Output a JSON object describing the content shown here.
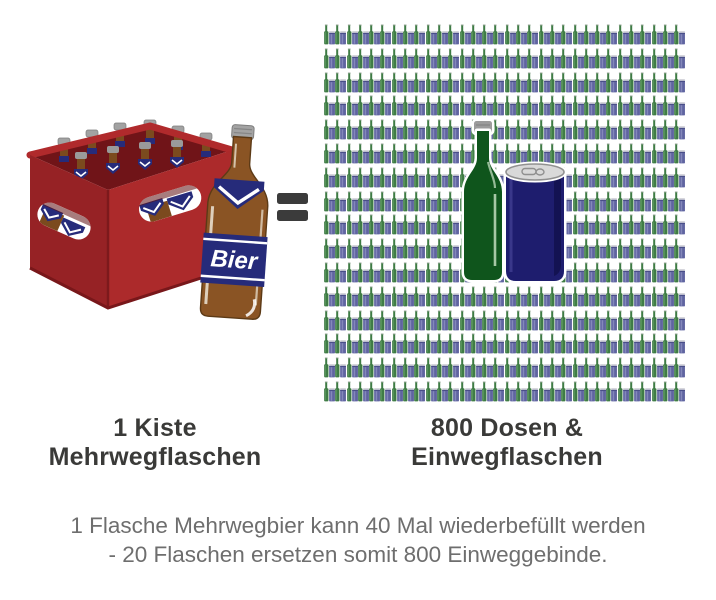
{
  "page": {
    "background_color": "#ffffff"
  },
  "left_figure": {
    "caption_line1": "1 Kiste",
    "caption_line2": "Mehrwegflaschen",
    "bottle_label_text": "Bier",
    "crate_front_color": "#ac2a2b",
    "crate_side_color": "#962225",
    "crate_interior_color": "#701418",
    "bottle_brown_color": "#8a5424",
    "label_navy_color": "#262b7a",
    "cap_gray_color": "#a3a3a3"
  },
  "equals_sign": {
    "color": "#3b3b3b"
  },
  "right_figure": {
    "caption_line1": "800 Dosen &",
    "caption_line2": "Einwegflaschen",
    "grid": {
      "rows": 16,
      "pairs_per_row": 32
    },
    "small_bottle_green": "#3e7b44",
    "small_bottle_highlight": "#5d9a60",
    "small_can_blue": "#5f64a0",
    "small_can_lid": "#d6d6dc",
    "big_bottle_green": "#0f551c",
    "big_can_navy": "#1e1d6e"
  },
  "footer": {
    "line1": "1 Flasche Mehrwegbier kann 40 Mal wiederbefüllt werden",
    "line2": "- 20 Flaschen ersetzen somit 800 Einweggebinde.",
    "text_color": "#6e6e6e"
  }
}
